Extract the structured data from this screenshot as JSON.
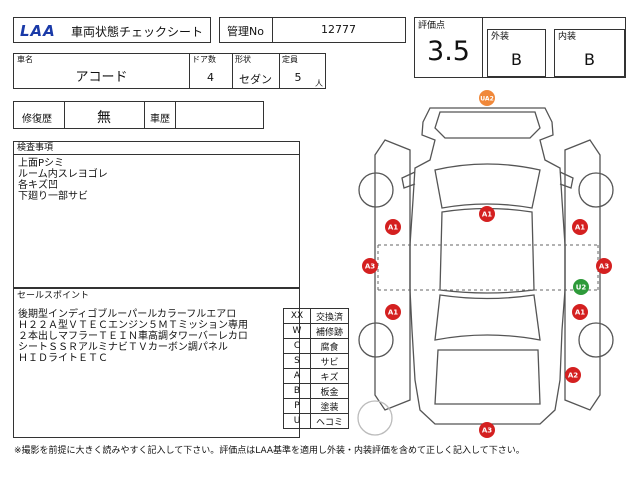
{
  "header": {
    "logo_text": "LAA",
    "sheet_title": "車両状態チェックシート",
    "mgmt_label": "管理No",
    "mgmt_no": "12777"
  },
  "score": {
    "label": "評価点",
    "value": "3.5",
    "exterior_label": "外装",
    "exterior_value": "B",
    "interior_label": "内装",
    "interior_value": "B"
  },
  "vehicle": {
    "name_label": "車名",
    "name": "アコード",
    "doors_label": "ドア数",
    "doors": "4",
    "shape_label": "形状",
    "shape": "セダン",
    "capacity_label": "定員",
    "capacity": "5",
    "capacity_unit": "人"
  },
  "history": {
    "repair_label": "修復歴",
    "repair_value": "無",
    "car_history_label": "車歴",
    "car_history_value": ""
  },
  "inspection": {
    "label": "検査事項",
    "lines": [
      "上面Pシミ",
      "ルーム内スレヨゴレ",
      "各キズ凹",
      "下廻り一部サビ"
    ]
  },
  "sales_points": {
    "label": "セールスポイント",
    "lines": [
      "後期型インディゴブルーパールカラーフルエアロ",
      "Ｈ２２Ａ型ＶＴＥＣエンジン５ＭＴミッション専用",
      "２本出しマフラーＴＥＩＮ車高調タワーバーレカロ",
      "シートＳＳＲアルミナビＴＶカーボン調パネル",
      "ＨＩＤライトＥＴＣ"
    ]
  },
  "legend": [
    {
      "code": "XX",
      "meaning": "交換済"
    },
    {
      "code": "W",
      "meaning": "補修跡"
    },
    {
      "code": "C",
      "meaning": "腐食"
    },
    {
      "code": "S",
      "meaning": "サビ"
    },
    {
      "code": "A",
      "meaning": "キズ"
    },
    {
      "code": "B",
      "meaning": "板金"
    },
    {
      "code": "P",
      "meaning": "塗装"
    },
    {
      "code": "U",
      "meaning": "ヘコミ"
    }
  ],
  "damage_markers": [
    {
      "code": "UA2",
      "color": "#f0883a"
    },
    {
      "code": "A1",
      "color": "#d42020"
    },
    {
      "code": "A1",
      "color": "#d42020"
    },
    {
      "code": "A1",
      "color": "#d42020"
    },
    {
      "code": "A3",
      "color": "#d42020"
    },
    {
      "code": "A3",
      "color": "#d42020"
    },
    {
      "code": "U2",
      "color": "#2e9a3a"
    },
    {
      "code": "A1",
      "color": "#d42020"
    },
    {
      "code": "A1",
      "color": "#d42020"
    },
    {
      "code": "A2",
      "color": "#d42020"
    },
    {
      "code": "A3",
      "color": "#d42020"
    }
  ],
  "footer": {
    "note": "※撮影を前提に大きく読みやすく記入して下さい。評価点はLAA基準を適用し外装・内装評価を含めて正しく記入して下さい。"
  },
  "colors": {
    "logo_blue": "#1a3aa8",
    "border": "#333333"
  }
}
